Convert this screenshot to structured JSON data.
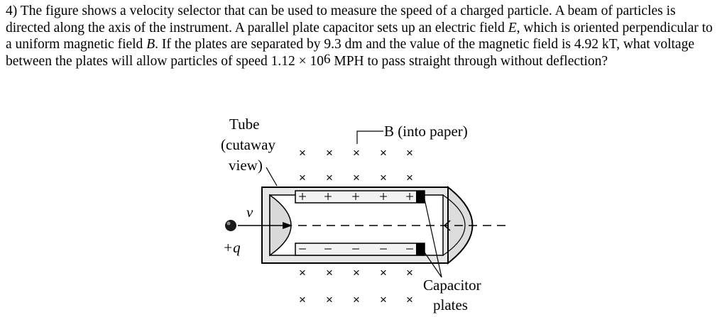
{
  "question": {
    "number": "4)",
    "s1": "The figure shows a velocity selector that can be used to measure the speed of a charged particle. A beam of particles is directed along the axis of the instrument. A parallel plate capacitor sets up an electric field",
    "E": "E",
    "s2": ", which is oriented perpendicular to a uniform magnetic field",
    "B": "B",
    "s3": ". If the plates are separated by 9.3 dm and the value of the magnetic field is 4.92 kT, what voltage between the plates will allow particles of speed 1.12 × 10",
    "exp": "6",
    "s4": " MPH to pass straight through without deflection?"
  },
  "figure": {
    "tube_label_1": "Tube",
    "tube_label_2": "(cutaway",
    "tube_label_3": "view)",
    "b_label": "B (into paper)",
    "v_label": "v",
    "q_label": "+q",
    "capacitor_label_1": "Capacitor",
    "capacitor_label_2": "plates",
    "plus_sign": "+",
    "minus_sign": "−",
    "cross_mark": "×"
  }
}
